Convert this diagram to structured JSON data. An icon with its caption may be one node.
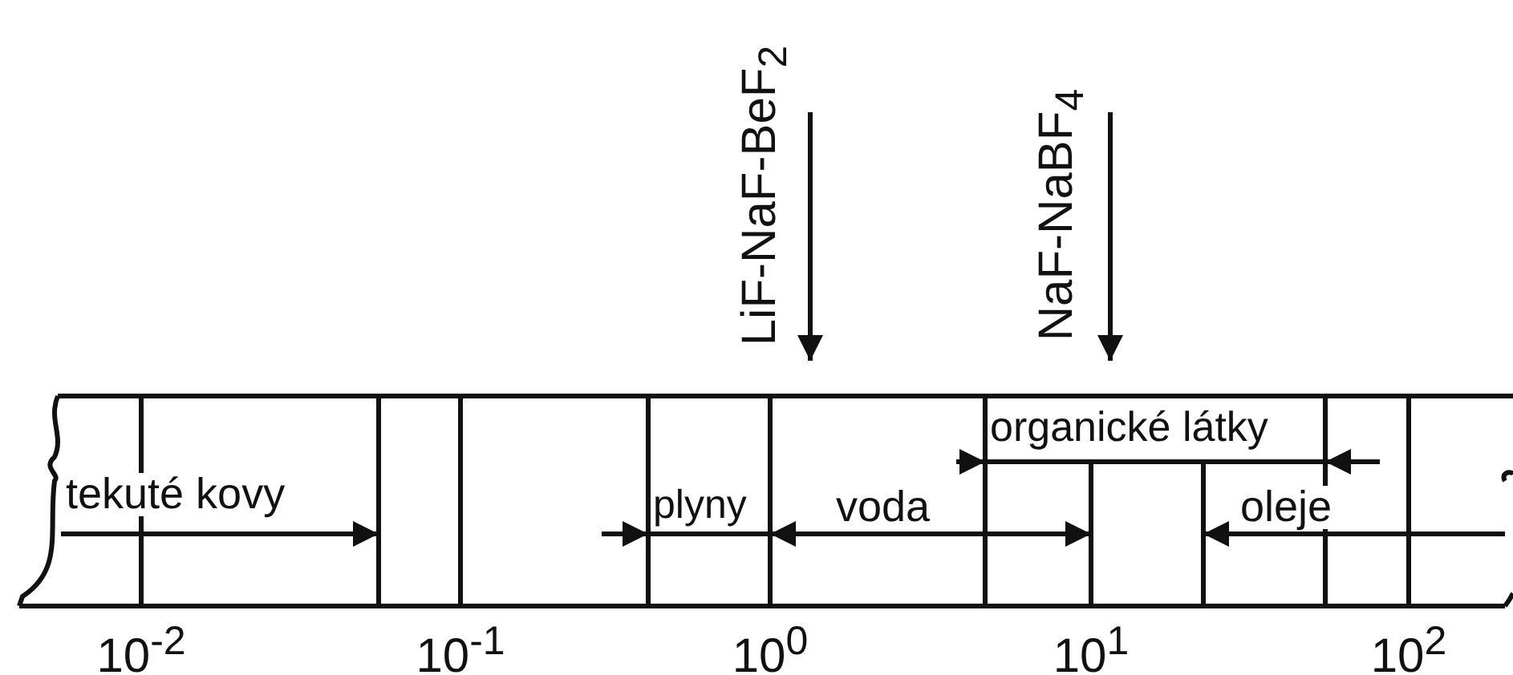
{
  "diagram": {
    "labels": [
      "LiF-NaF-BeF$_{2}$",
      "NaF-NaBF$_{4}$",
      "organické látky",
      "tekuté kovy",
      "plyny",
      "voda",
      "oleje",
      "10$^{-2}$",
      "10$^{-1}$",
      "10$^{0}$",
      "10$^{1}$",
      "10$^{2}$"
    ]
  }
}
